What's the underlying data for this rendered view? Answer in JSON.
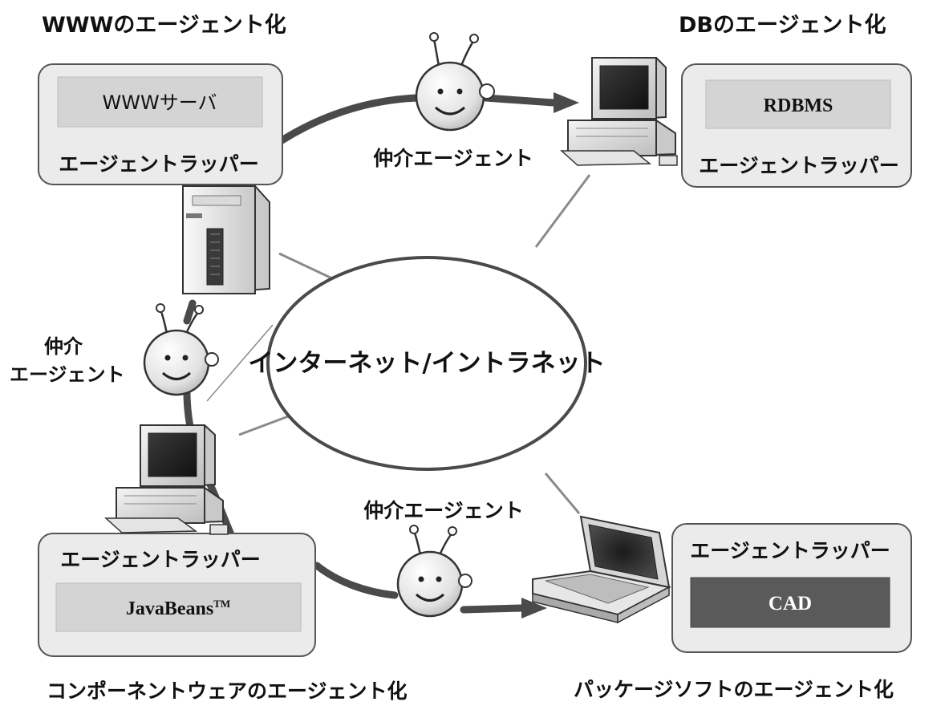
{
  "center": {
    "label": "インターネット/イントラネット"
  },
  "www": {
    "title": "WWWのエージェント化",
    "server_label": "WWWサーバ",
    "wrapper_label": "エージェントラッパー"
  },
  "db": {
    "title": "DBのエージェント化",
    "server_label": "RDBMS",
    "wrapper_label": "エージェントラッパー"
  },
  "component": {
    "title": "コンポーネントウェアのエージェント化",
    "server_label": "JavaBeans",
    "trademark": "TM",
    "wrapper_label": "エージェントラッパー"
  },
  "package": {
    "title": "パッケージソフトのエージェント化",
    "server_label": "CAD",
    "wrapper_label": "エージェントラッパー"
  },
  "agents": {
    "top_label": "仲介エージェント",
    "left_label_line1": "仲介",
    "left_label_line2": "エージェント",
    "bottom_label": "仲介エージェント"
  },
  "colors": {
    "background": "#ffffff",
    "box_fill": "#ebebeb",
    "inner_light": "#d4d4d4",
    "inner_dark": "#5a5a5a",
    "ring": "#4a4a4a",
    "connector": "#8a8a8a",
    "text": "#111111"
  }
}
